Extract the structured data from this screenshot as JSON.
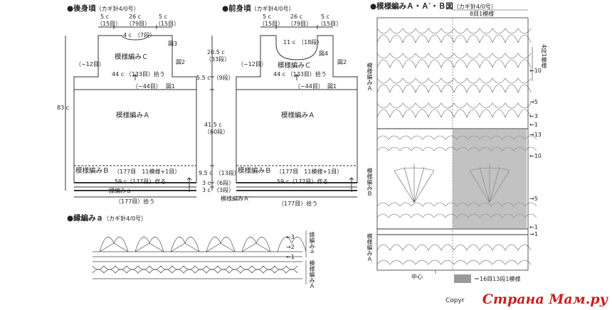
{
  "back": {
    "title": "●後身頃",
    "hook": "（カギ針4/0号）",
    "top_dims": [
      [
        "5 c",
        "（15目）"
      ],
      [
        "26 c",
        "（79目）"
      ],
      [
        "5 c",
        "（15目）"
      ]
    ],
    "neck": "4 c　（7段）",
    "fig3": "図3",
    "fig2": "図2",
    "fig1": "図1",
    "pattern_c": "模様編みＣ",
    "minus12": "（−12目）",
    "pickup44": "44 c （133目）拾う",
    "minus44": "（−44目）",
    "pattern_a": "模様編みＡ",
    "pattern_b": "模様編みＢ",
    "b_count": "（177目　11模様+1目）",
    "make59": "59 c（177目）作る",
    "edge_a": "縁編みａ",
    "pickup177": "（177目）拾う",
    "height": "83 c"
  },
  "middle": {
    "d1": "20.5 c",
    "d1b": "（33段）",
    "d2": "5.5 c　（9段）",
    "d3": "41.5 c",
    "d3b": "（60段）",
    "d4": "9.5 c　（13段）",
    "d5": "3 c　（6段）",
    "d6": "3 c　（3段）"
  },
  "front": {
    "title": "●前身頃",
    "hook": "（カギ針4/0号）",
    "top_dims": [
      [
        "5 c",
        "（15目）"
      ],
      [
        "26 c",
        "（79目）"
      ],
      [
        "5 c",
        "（15目）"
      ]
    ],
    "neck": "11 c　（18段）",
    "fig4": "図4",
    "fig2": "図2",
    "fig1": "図1",
    "pattern_c": "模様編みＣ",
    "minus12": "（−12目）",
    "pickup44": "44 c （133目）拾う",
    "minus44": "（−44目）",
    "pattern_a": "模様編みＡ",
    "pattern_b": "模様編みＢ",
    "b_count": "（177目　11模様+1目）",
    "make59": "59 c（177目）作る",
    "pattern_a2": "模様編みＡ′",
    "pickup177": "（177目）拾う"
  },
  "edge": {
    "title": "●縁編みａ",
    "hook": "（カギ針4/0号）",
    "rows": [
      "←3",
      "→2",
      "←1"
    ],
    "label_top": "縁編みａ",
    "label_bottom": "模様編みＡ"
  },
  "chart": {
    "title": "●模様編みＡ・Ａ′・Ｂ図",
    "hook": "（カギ針4/0号）",
    "repeat": "8目1模様",
    "label_a": "模様編みＡ",
    "label_b": "模様編みＢ",
    "label_a2": "模様編みＡ′",
    "rep_rows": "4段1模様",
    "row_marks": [
      "←10",
      "→5",
      "←3",
      "←1",
      "→13",
      "←10",
      "→5",
      "←1",
      "→1"
    ],
    "center": "中心",
    "legend": "＝16目13段1模様",
    "copyright": "Copyr",
    "watermark": "Страна Мам.ру",
    "gray": "#9a9a9a"
  }
}
